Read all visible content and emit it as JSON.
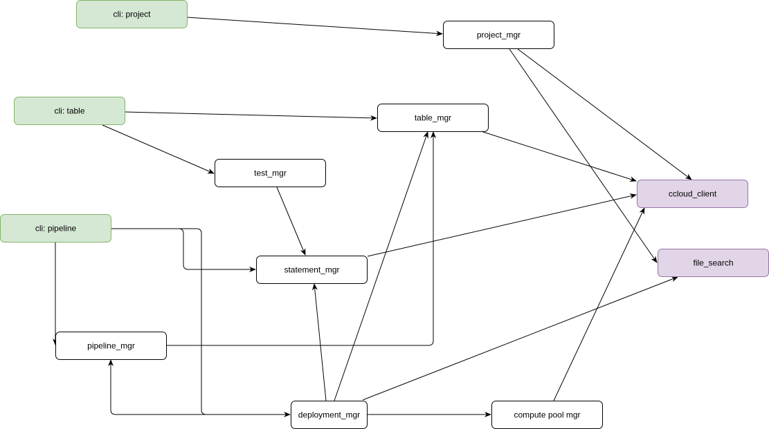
{
  "nodes": {
    "cli_project": {
      "label": "cli: project",
      "style": "cli"
    },
    "project_mgr": {
      "label": "project_mgr",
      "style": "manager"
    },
    "cli_table": {
      "label": "cli: table",
      "style": "cli"
    },
    "table_mgr": {
      "label": "table_mgr",
      "style": "manager"
    },
    "test_mgr": {
      "label": "test_mgr",
      "style": "manager"
    },
    "ccloud_client": {
      "label": "ccloud_client",
      "style": "external"
    },
    "cli_pipeline": {
      "label": "cli: pipeline",
      "style": "cli"
    },
    "statement_mgr": {
      "label": "statement_mgr",
      "style": "manager"
    },
    "file_search": {
      "label": "file_search",
      "style": "external"
    },
    "pipeline_mgr": {
      "label": "pipeline_mgr",
      "style": "manager"
    },
    "deployment_mgr": {
      "label": "deployment_mgr",
      "style": "manager"
    },
    "compute_pool_mgr": {
      "label": "compute pool mgr",
      "style": "manager"
    }
  },
  "edges": [
    {
      "from": "cli_project",
      "to": "project_mgr"
    },
    {
      "from": "project_mgr",
      "to": "ccloud_client"
    },
    {
      "from": "project_mgr",
      "to": "file_search"
    },
    {
      "from": "cli_table",
      "to": "table_mgr"
    },
    {
      "from": "cli_table",
      "to": "test_mgr"
    },
    {
      "from": "table_mgr",
      "to": "ccloud_client"
    },
    {
      "from": "test_mgr",
      "to": "statement_mgr"
    },
    {
      "from": "statement_mgr",
      "to": "ccloud_client"
    },
    {
      "from": "cli_pipeline",
      "to": "statement_mgr"
    },
    {
      "from": "cli_pipeline",
      "to": "pipeline_mgr"
    },
    {
      "from": "cli_pipeline",
      "to": "deployment_mgr"
    },
    {
      "from": "pipeline_mgr",
      "to": "table_mgr"
    },
    {
      "from": "deployment_mgr",
      "to": "pipeline_mgr"
    },
    {
      "from": "deployment_mgr",
      "to": "statement_mgr"
    },
    {
      "from": "deployment_mgr",
      "to": "table_mgr"
    },
    {
      "from": "deployment_mgr",
      "to": "file_search"
    },
    {
      "from": "deployment_mgr",
      "to": "compute_pool_mgr"
    },
    {
      "from": "compute_pool_mgr",
      "to": "ccloud_client"
    }
  ],
  "colors": {
    "cli": {
      "fill": "#d5e8d4",
      "stroke": "#82b366"
    },
    "manager": {
      "fill": "#ffffff",
      "stroke": "#000000"
    },
    "external": {
      "fill": "#e1d5e7",
      "stroke": "#9673a6"
    },
    "edge": "#000000"
  }
}
